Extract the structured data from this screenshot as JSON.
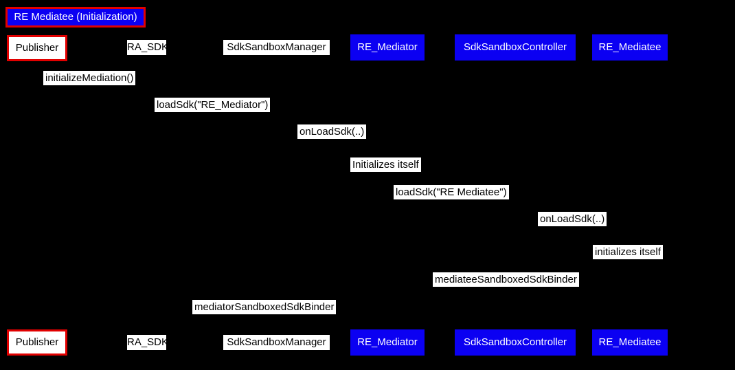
{
  "title": "RE Mediatee (Initialization)",
  "colors": {
    "background": "#000000",
    "participant_blue": "#0b00f2",
    "border_red": "#e20000",
    "label_background": "#ffffff",
    "label_text": "#000000",
    "blue_box_text": "#ffffff"
  },
  "participants": [
    {
      "label": "Publisher",
      "style": "publisher-red-bordered"
    },
    {
      "label": "RA_SDK",
      "style": "plain-white"
    },
    {
      "label": "SdkSandboxManager",
      "style": "plain-white"
    },
    {
      "label": "RE_Mediator",
      "style": "blue"
    },
    {
      "label": "SdkSandboxController",
      "style": "blue"
    },
    {
      "label": "RE_Mediatee",
      "style": "blue"
    }
  ],
  "messages": [
    {
      "label": "initializeMediation()"
    },
    {
      "label": "loadSdk(\"RE_Mediator\")"
    },
    {
      "label": "onLoadSdk(..)"
    },
    {
      "label": "Initializes itself"
    },
    {
      "label": "loadSdk(\"RE Mediatee\")"
    },
    {
      "label": "onLoadSdk(..)"
    },
    {
      "label": "initializes itself"
    },
    {
      "label": "mediateeSandboxedSdkBinder"
    },
    {
      "label": "mediatorSandboxedSdkBinder"
    }
  ]
}
